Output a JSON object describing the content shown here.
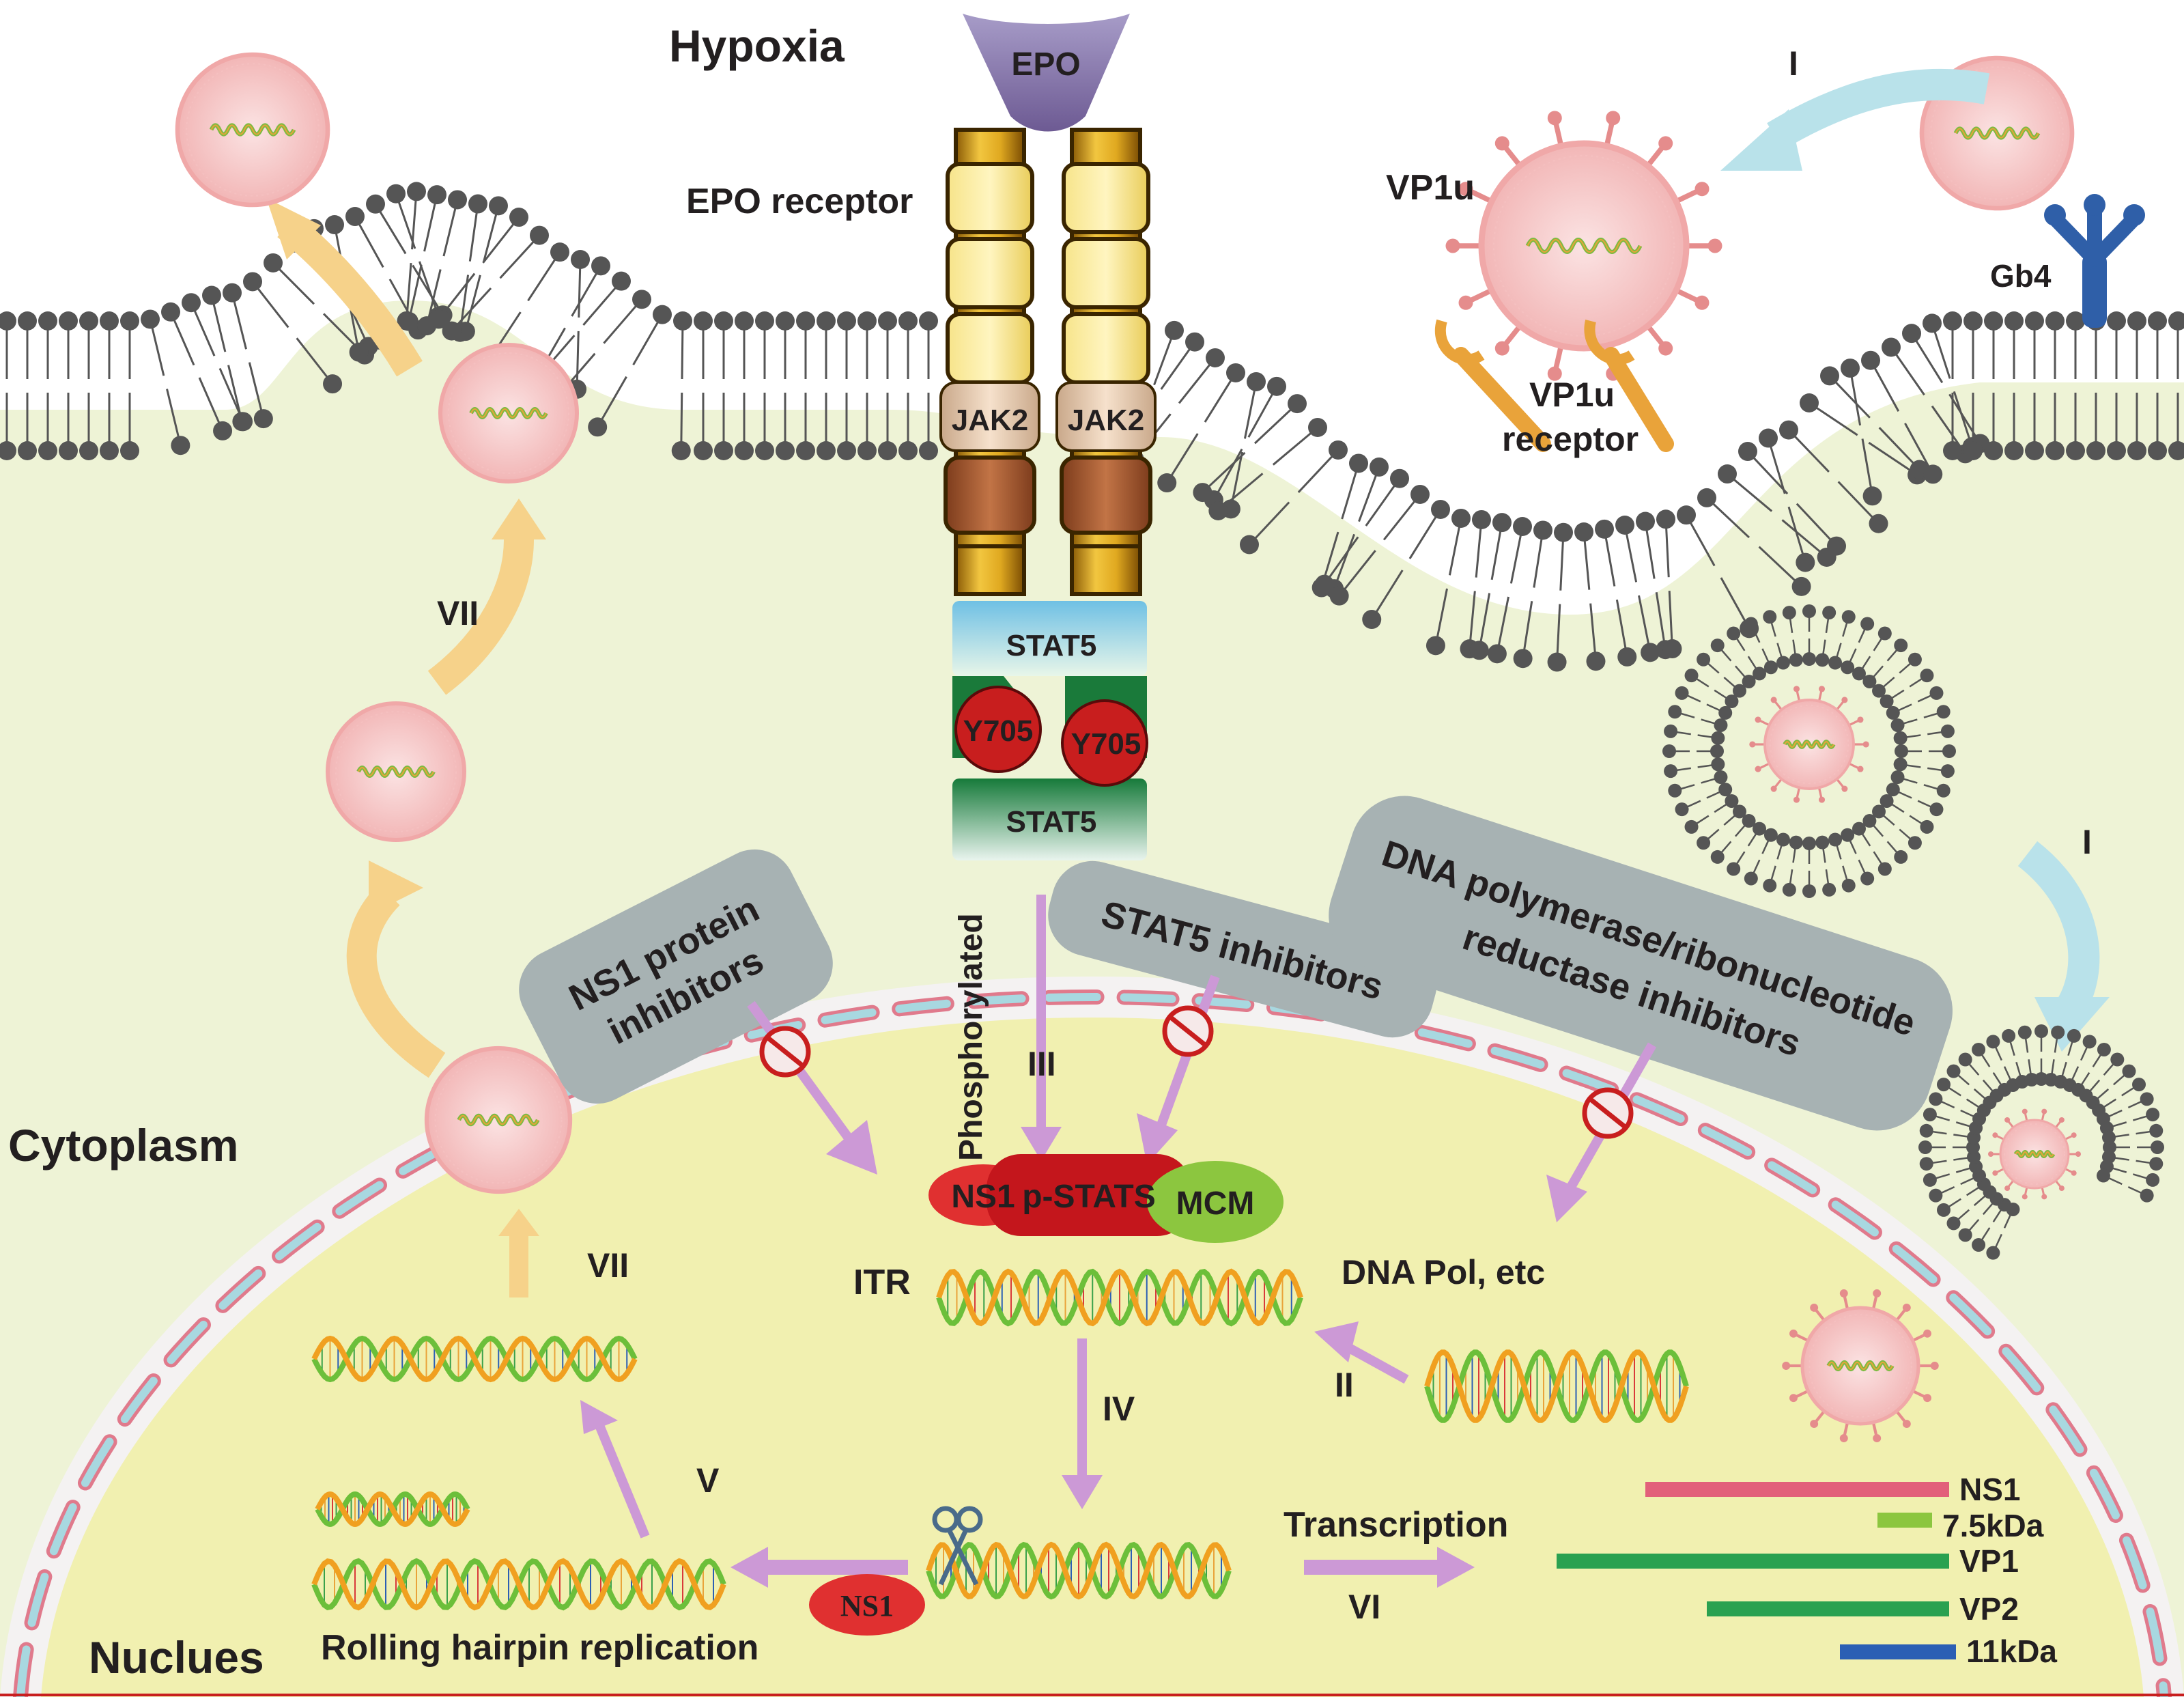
{
  "colors": {
    "cytoplasm": "#eef3d6",
    "nucleus": "#f1f0b0",
    "envelope_blue": "#a8d8e0",
    "envelope_pink": "#e07a8c",
    "virion_fill": "#f6c9c9",
    "virion_edge": "#e58c8c",
    "lipid_head": "#555555",
    "jak_gold": "#d9a21a",
    "jak_brown": "#b0623a",
    "stat5_blue": "#9fd3ea",
    "stat5_green": "#1a7a3a",
    "y705_red": "#c81e1e",
    "pstat_red": "#c4161c",
    "mcm_green": "#8cc63f",
    "inhibitor_gray": "#a7b2b3",
    "arrow_pink": "#cc99d6",
    "arrow_orange": "#f6d28a",
    "arrow_blue": "#b9e2ea",
    "gb4_blue": "#2f5fa8",
    "bar_ns1": "#e2607a",
    "bar_75kda": "#8cc63f",
    "bar_vp1": "#2aa150",
    "bar_vp2": "#2aa150",
    "bar_11kda": "#2b5fb4"
  },
  "labels": {
    "hypoxia": "Hypoxia",
    "epo": "EPO",
    "epo_receptor": "EPO receptor",
    "jak2_left": "JAK2",
    "jak2_right": "JAK2",
    "stat5_top": "STAT5",
    "stat5_bottom": "STAT5",
    "y705_left": "Y705",
    "y705_right": "Y705",
    "phosphorylated": "Phosphorylated",
    "vp1u": "VP1u",
    "vp1u_receptor_line1": "VP1u",
    "vp1u_receptor_line2": "receptor",
    "gb4": "Gb4",
    "cytoplasm": "Cytoplasm",
    "nucleus": "Nuclues",
    "ns1_inhibitors_line1": "NS1 protein",
    "ns1_inhibitors_line2": "inhibitors",
    "stat5_inhibitors": "STAT5 inhibitors",
    "dnapol_inhibitors_line1": "DNA polymerase/ribonucleotide",
    "dnapol_inhibitors_line2": "reductase inhibitors",
    "ns1_complex": "NS1",
    "p_stats": "p-STATS",
    "mcm": "MCM",
    "itr": "ITR",
    "dna_pol": "DNA Pol, etc",
    "transcription": "Transcription",
    "rolling_hairpin": "Rolling hairpin replication",
    "ns1_cleave": "NS1"
  },
  "steps": {
    "I_top": "I",
    "I_right": "I",
    "II": "II",
    "III": "III",
    "IV": "IV",
    "V": "V",
    "VI": "VI",
    "VII_upper": "VII",
    "VII_lower": "VII"
  },
  "transcripts": [
    "NS1",
    "7.5kDa",
    "VP1",
    "VP2",
    "11kDa"
  ]
}
